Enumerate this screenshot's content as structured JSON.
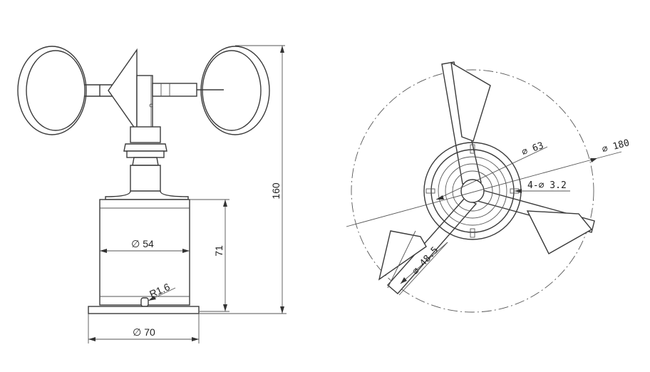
{
  "side_view": {
    "dims": {
      "height_total": "160",
      "height_body": "71",
      "diameter_body": "∅ 54",
      "fillet_radius": "R1.6",
      "diameter_base": "∅ 70"
    }
  },
  "top_view": {
    "dims": {
      "diameter_flange": "∅ 63",
      "diameter_outer": "∅ 180",
      "holes": "4-∅ 3.2",
      "diameter_arm": "∅ 48.5"
    }
  }
}
